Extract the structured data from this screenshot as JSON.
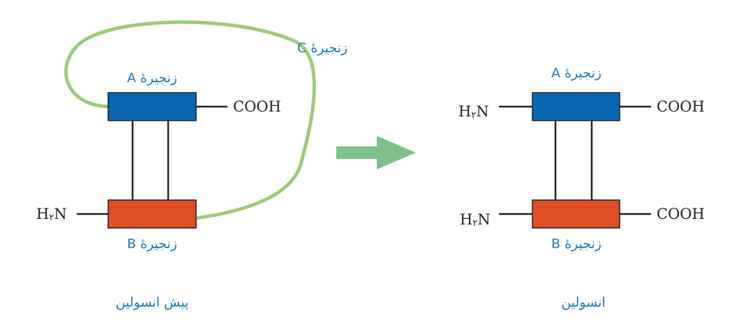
{
  "colors": {
    "chain_a": "#0a68b0",
    "chain_b": "#e04e27",
    "chain_c": "#9ccb78",
    "arrow": "#7dc08a",
    "label": "#1a78b8",
    "line": "#231f20"
  },
  "proinsulin": {
    "chain_a_label": "زنجیرهٔ A",
    "chain_b_label": "زنجیرهٔ B",
    "chain_c_label": "زنجیرهٔ C",
    "cooh_label": "COOH",
    "nh2_label": "H",
    "nh2_sub": "۲",
    "nh2_tail": "N",
    "caption": "پیش انسولین"
  },
  "insulin": {
    "chain_a_label": "زنجیرهٔ A",
    "chain_b_label": "زنجیرهٔ B",
    "cooh_a_label": "COOH",
    "cooh_b_label": "COOH",
    "nh2_a_label": "H",
    "nh2_a_sub": "۲",
    "nh2_a_tail": "N",
    "nh2_b_label": "H",
    "nh2_b_sub": "۲",
    "nh2_b_tail": "N",
    "caption": "انسولین"
  },
  "arrow_icon": "right-arrow-icon"
}
